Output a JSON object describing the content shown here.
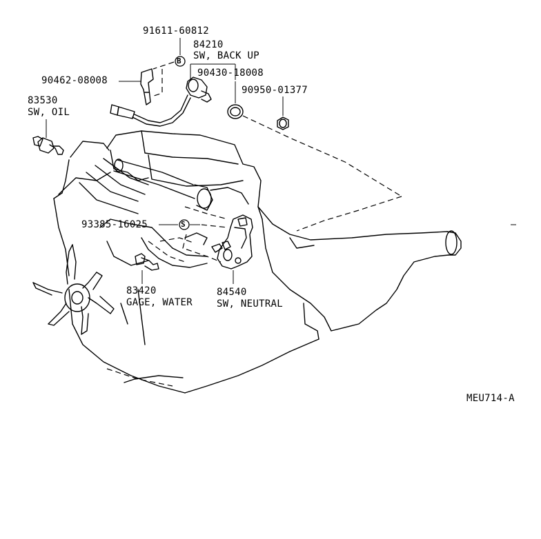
{
  "diagram_id": "MEU714-A",
  "parts": [
    {
      "id": "p91611",
      "number": "91611-60812",
      "symbol": "B"
    },
    {
      "id": "p84210",
      "number": "84210",
      "name": "SW, BACK UP"
    },
    {
      "id": "p90430",
      "number": "90430-18008"
    },
    {
      "id": "p90462",
      "number": "90462-08008"
    },
    {
      "id": "p90950",
      "number": "90950-01377"
    },
    {
      "id": "p83530",
      "number": "83530",
      "name": "SW, OIL"
    },
    {
      "id": "p93385",
      "number": "93385-16025",
      "symbol": "S"
    },
    {
      "id": "p83420",
      "number": "83420",
      "name": "GAGE, WATER"
    },
    {
      "id": "p84540",
      "number": "84540",
      "name": "SW, NEUTRAL"
    }
  ]
}
